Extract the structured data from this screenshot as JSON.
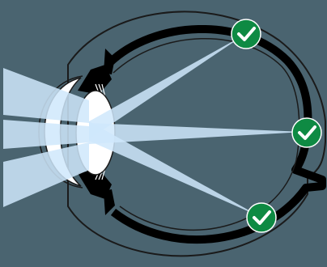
{
  "diagram": {
    "subject": "eye-cross-section",
    "colors": {
      "background": "#4a6470",
      "sclera_outline": "#1a1a1a",
      "eyeball_fill": "#4a6470",
      "retina_band": "#000000",
      "lens_fill": "#ffffff",
      "cornea_fill": "#ffffff",
      "light_rays": "#cfe8fb",
      "check_badge": "#0e8a43",
      "check_mark": "#ffffff"
    },
    "focus_points": [
      {
        "name": "top",
        "icon": "check-icon"
      },
      {
        "name": "center",
        "icon": "check-icon"
      },
      {
        "name": "bottom",
        "icon": "check-icon"
      }
    ]
  }
}
